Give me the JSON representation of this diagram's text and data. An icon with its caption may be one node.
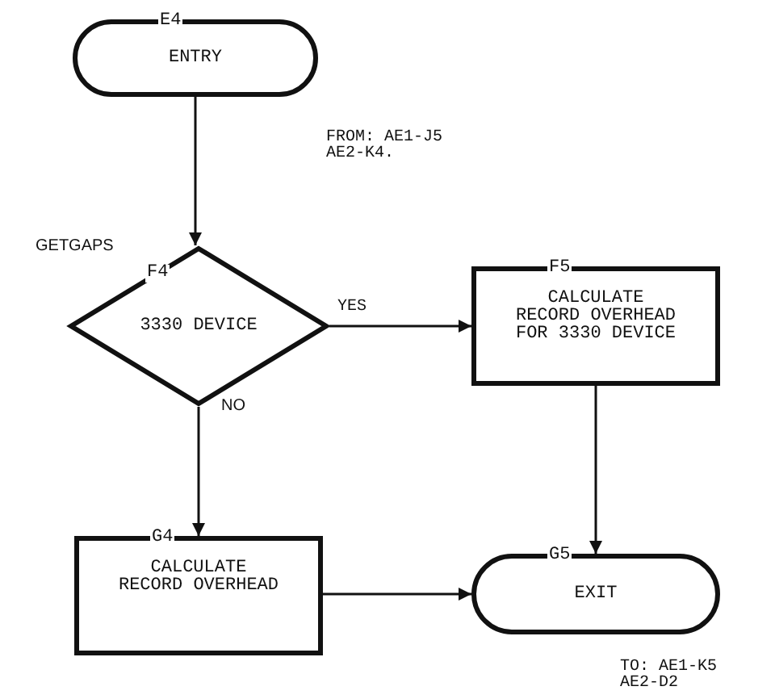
{
  "diagram": {
    "nodes": [
      {
        "text": [
          "E4",
          "ENTRY"
        ]
      },
      {
        "text": [
          "F4",
          "3330 DEVICE"
        ],
        "beside": [
          "GETGAPS"
        ]
      },
      {
        "text": [
          "F5",
          "CALCULATE RECORD OVERHEAD FOR 3330 DEVICE"
        ]
      },
      {
        "text": [
          "G4",
          "CALCULATE RECORD OVERHEAD"
        ]
      },
      {
        "text": [
          "G5",
          "EXIT"
        ]
      }
    ],
    "edges": [
      {
        "from": 0,
        "to": 1,
        "arrow": "to"
      },
      {
        "from": 1,
        "to": 2,
        "arrow": "to",
        "label": "YES"
      },
      {
        "from": 1,
        "to": 3,
        "arrow": "to",
        "label": "NO"
      },
      {
        "from": 2,
        "to": 4,
        "arrow": "to"
      },
      {
        "from": 3,
        "to": 4,
        "arrow": "to"
      }
    ],
    "labels": [
      "FROM: AE1-J5 AE2-K4.",
      "TO: AE1-K5 AE2-D2"
    ]
  }
}
